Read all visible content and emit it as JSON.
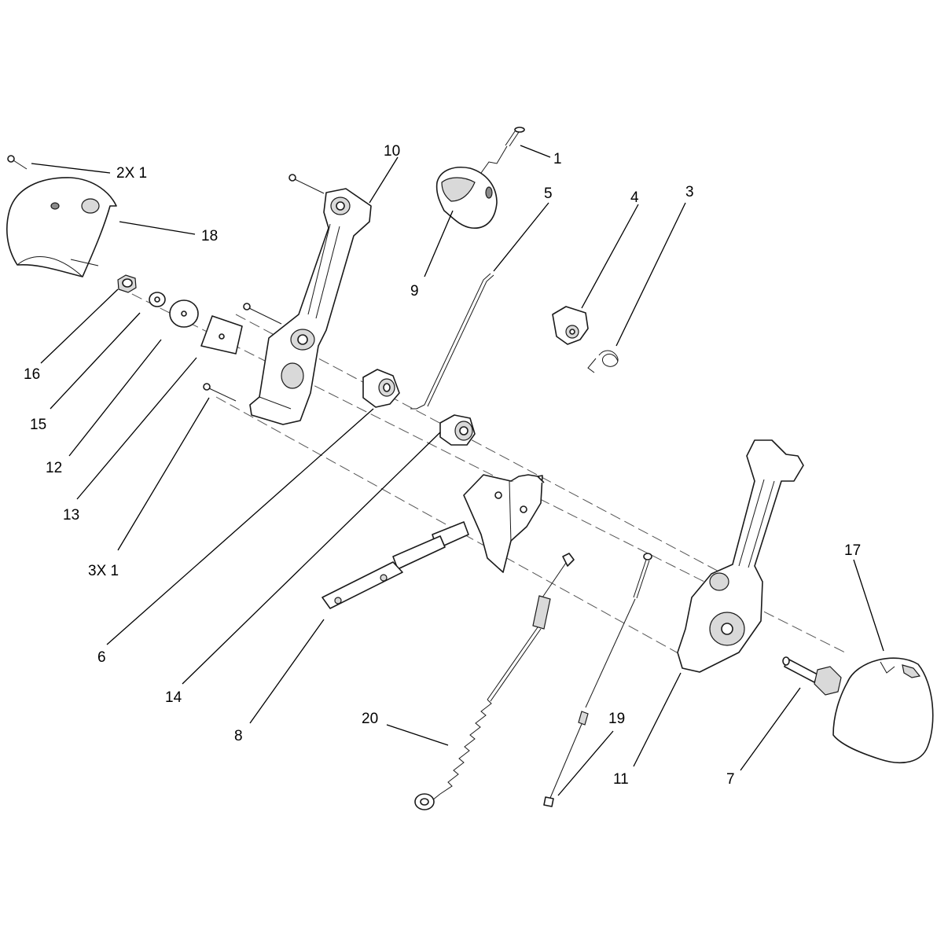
{
  "callouts": {
    "c1": "1",
    "c2x1": "2X 1",
    "c3": "3",
    "c4": "4",
    "c5": "5",
    "c6": "6",
    "c7": "7",
    "c8": "8",
    "c9": "9",
    "c10": "10",
    "c11": "11",
    "c12": "12",
    "c13": "13",
    "c14": "14",
    "c15": "15",
    "c16": "16",
    "c17": "17",
    "c18": "18",
    "c19": "19",
    "c20": "20",
    "c3x1": "3X 1"
  }
}
